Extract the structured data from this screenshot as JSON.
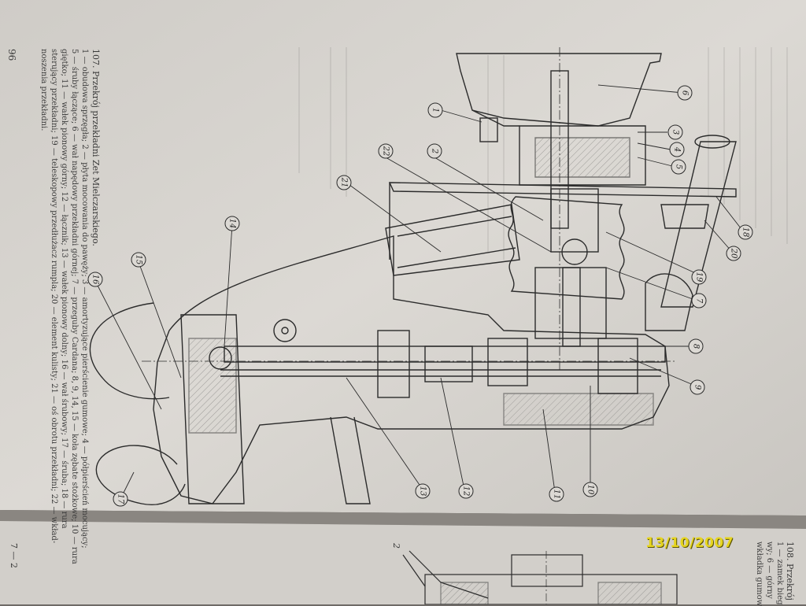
{
  "page": {
    "page_number": "96",
    "caption_title": "107. Przekrój przekładni Zet Mielczarskiego.",
    "caption_lines": [
      "1 — obudowa sprzęgła; 2 — płyta mocowania do pawęży; 3 — amortyzujące pierścienie gumowe; 4 — półpierścień mocujący;",
      "5 — śruby łączące; 6 — wał napędowy przekładni górnej; 7 — przeguby Cardana; 8, 9, 14, 15 — koła zębate stożkowe; 10 — rura",
      "giętko; 11 — wałek pionowy górny; 12 — łącznik; 13 — wałek pionowy dolny; 16 — wał śrubowy; 17 — śruba; 18 — rura",
      "sterujący przekładni; 19 — teleskopowy przedłużacz rumpla; 20 — element kulisty; 21 — oś obrotu przekładni; 22 — wkład-",
      "noszenia przekładni."
    ],
    "next_caption_lines": [
      "108. Przekrój",
      "1 — zamek bieg",
      "wy; 6 — górny",
      "wkładka gumow"
    ],
    "next_page_fragment": "7 — 2",
    "next_figure_callout": "2"
  },
  "callouts": [
    "1",
    "2",
    "3",
    "4",
    "5",
    "6",
    "7",
    "8",
    "9",
    "10",
    "11",
    "12",
    "13",
    "14",
    "15",
    "16",
    "17",
    "18",
    "19",
    "20",
    "21",
    "22"
  ],
  "timestamp": "13/10/2007",
  "colors": {
    "paper": "#d9d6d1",
    "shadow": "#6e6a66",
    "ink": "#2b2b2b",
    "stamp": "#e6d51f"
  }
}
